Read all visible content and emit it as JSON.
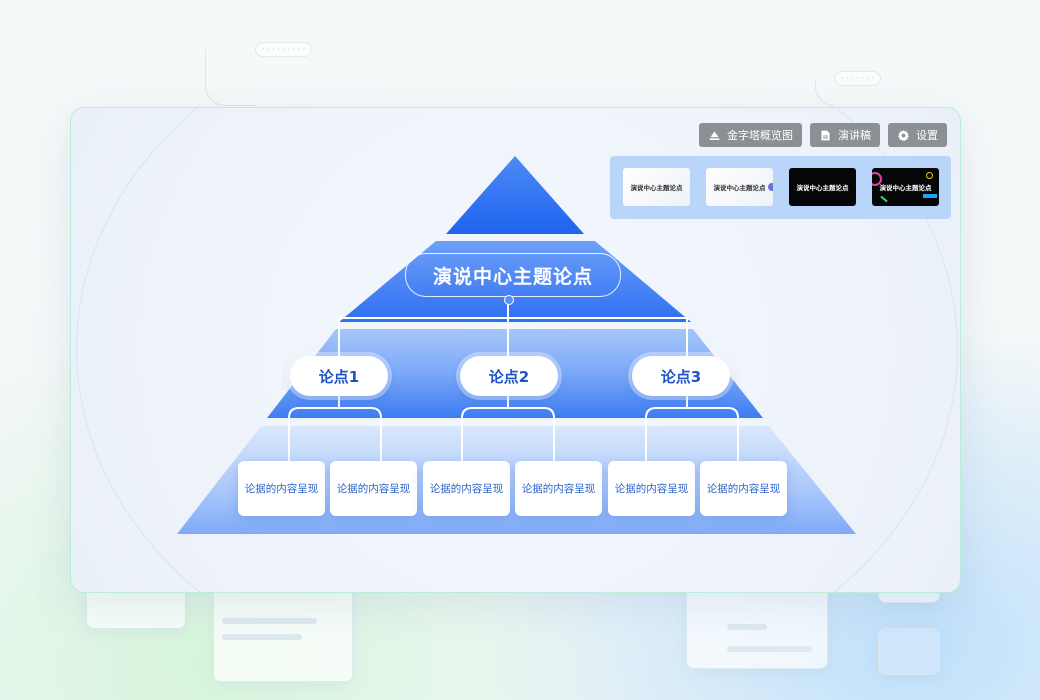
{
  "toolbar": {
    "overview_label": "金字塔概览图",
    "script_label": "演讲稿",
    "settings_label": "设置"
  },
  "templates": [
    {
      "label": "演说中心主题论点",
      "style": "light"
    },
    {
      "label": "演说中心主题论点",
      "style": "light"
    },
    {
      "label": "演说中心主题论点",
      "style": "dark"
    },
    {
      "label": "演说中心主题论点",
      "style": "dark"
    }
  ],
  "pyramid": {
    "topic": "演说中心主题论点",
    "points": [
      "论点1",
      "论点2",
      "论点3"
    ],
    "evidence": [
      "论据的内容呈现",
      "论据的内容呈现",
      "论据的内容呈现",
      "论据的内容呈现",
      "论据的内容呈现",
      "论据的内容呈现"
    ]
  },
  "colors": {
    "tier_top": "#2e6ff2",
    "tier_mid": "#4a86f5",
    "tier_base": "#8fb7fa",
    "accent_text": "#1e54c8",
    "toolbar_button": "#8c8f94"
  }
}
